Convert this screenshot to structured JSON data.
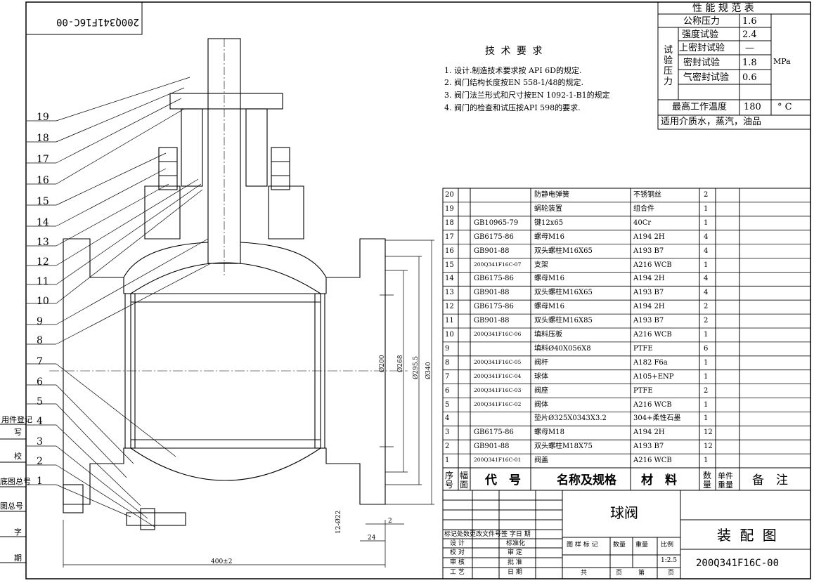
{
  "stamp": "200Q341F16C-00",
  "tech": {
    "title": "技 术 要 求",
    "items": [
      "1. 设计.制造技术要求按 API 6D的规定.",
      "2. 阀门结构长度按EN 558-1/48的规定.",
      "3. 阀门法兰形式和尺寸按EN 1092-1-B1的规定",
      "4. 阀门的检查和试压按API 598的要求."
    ]
  },
  "perf": {
    "title": "性 能 规 范 表",
    "nominal_label": "公称压力",
    "nominal_value": "1.6",
    "test_group": "试验压力",
    "rows": [
      {
        "label": "强度试验",
        "value": "2.4"
      },
      {
        "label": "上密封试验",
        "value": "—"
      },
      {
        "label": "密封试验",
        "value": "1.8"
      },
      {
        "label": "气密封试验",
        "value": "0.6"
      }
    ],
    "unit": "MPa",
    "temp_label": "最高工作温度",
    "temp_value": "180",
    "temp_unit": "° C",
    "media": "适用介质水，蒸汽，油品"
  },
  "callouts": [
    "19",
    "18",
    "17",
    "16",
    "15",
    "14",
    "13",
    "12",
    "11",
    "10",
    "9",
    "8",
    "7",
    "6",
    "5",
    "4",
    "3",
    "2",
    "1"
  ],
  "dims": {
    "d200": "Ø200",
    "d268": "Ø268",
    "d2955": "Ø295.5",
    "d340": "Ø340",
    "len": "400±2",
    "d24": "24",
    "d2": "2",
    "d12": "12-Ø22"
  },
  "bom": [
    {
      "no": "20",
      "code": "",
      "name": "防静电弹簧",
      "mat": "不锈钢丝",
      "qty": "2"
    },
    {
      "no": "19",
      "code": "",
      "name": "蜗轮装置",
      "mat": "组合件",
      "qty": "1"
    },
    {
      "no": "18",
      "code": "GB10965-79",
      "name": "键12x65",
      "mat": "40Cr",
      "qty": "1"
    },
    {
      "no": "17",
      "code": "GB6175-86",
      "name": "螺母M16",
      "mat": "A194 2H",
      "qty": "4"
    },
    {
      "no": "16",
      "code": "GB901-88",
      "name": "双头螺柱M16X65",
      "mat": "A193 B7",
      "qty": "4"
    },
    {
      "no": "15",
      "code": "200Q341F16C-07",
      "name": "支架",
      "mat": "A216 WCB",
      "qty": "1"
    },
    {
      "no": "14",
      "code": "GB6175-86",
      "name": "螺母M16",
      "mat": "A194 2H",
      "qty": "4"
    },
    {
      "no": "13",
      "code": "GB901-88",
      "name": "双头螺柱M16X65",
      "mat": "A193 B7",
      "qty": "4"
    },
    {
      "no": "12",
      "code": "GB6175-86",
      "name": "螺母M16",
      "mat": "A194 2H",
      "qty": "2"
    },
    {
      "no": "11",
      "code": "GB901-88",
      "name": "双头螺柱M16X85",
      "mat": "A193 B7",
      "qty": "2"
    },
    {
      "no": "10",
      "code": "200Q341F16C-06",
      "name": "填料压板",
      "mat": "A216 WCB",
      "qty": "1"
    },
    {
      "no": "9",
      "code": "",
      "name": "填料Ø40X056X8",
      "mat": "PTFE",
      "qty": "6"
    },
    {
      "no": "8",
      "code": "200Q341F16C-05",
      "name": "阀杆",
      "mat": "A182 F6a",
      "qty": "1"
    },
    {
      "no": "7",
      "code": "200Q341F16C-04",
      "name": "球体",
      "mat": "A105+ENP",
      "qty": "1"
    },
    {
      "no": "6",
      "code": "200Q341F16C-03",
      "name": "阀座",
      "mat": "PTFE",
      "qty": "2"
    },
    {
      "no": "5",
      "code": "200Q341F16C-02",
      "name": "阀体",
      "mat": "A216 WCB",
      "qty": "1"
    },
    {
      "no": "4",
      "code": "",
      "name": "垫片Ø325X0343X3.2",
      "mat": "304+柔性石墨",
      "qty": "1"
    },
    {
      "no": "3",
      "code": "GB6175-86",
      "name": "螺母M18",
      "mat": "A194 2H",
      "qty": "12"
    },
    {
      "no": "2",
      "code": "GB901-88",
      "name": "双头螺柱M18X75",
      "mat": "A193 B7",
      "qty": "12"
    },
    {
      "no": "1",
      "code": "200Q341F16C-01",
      "name": "阀盖",
      "mat": "A216 WCB",
      "qty": "1"
    }
  ],
  "bom_header": {
    "no": "序号",
    "sheet": "幅面",
    "code": "代　号",
    "name": "名称及规格",
    "mat": "材　料",
    "qty": "数量",
    "unitw": "单件重量",
    "remark": "备　注"
  },
  "title_block": {
    "product": "球阀",
    "drawing_kind": "装 配 图",
    "drawing_no": "200Q341F16C-00",
    "rev_row": "标记处数更改文件号签 字日 期",
    "design": "设 计",
    "check": "校 对",
    "review": "审 核",
    "process": "工 艺",
    "std": "标准化",
    "audit": "审 定",
    "approve": "批 准",
    "date": "日 期",
    "stage": "图 样 标 记",
    "qty": "数量",
    "weight": "重量",
    "scale_label": "比例",
    "scale": "1:2.5",
    "total": "共",
    "page": "页",
    "num": "第",
    "page2": "页"
  },
  "left_margin": [
    "用件登记",
    "写",
    "校",
    "底图总号",
    "图总号",
    "字",
    "期"
  ]
}
